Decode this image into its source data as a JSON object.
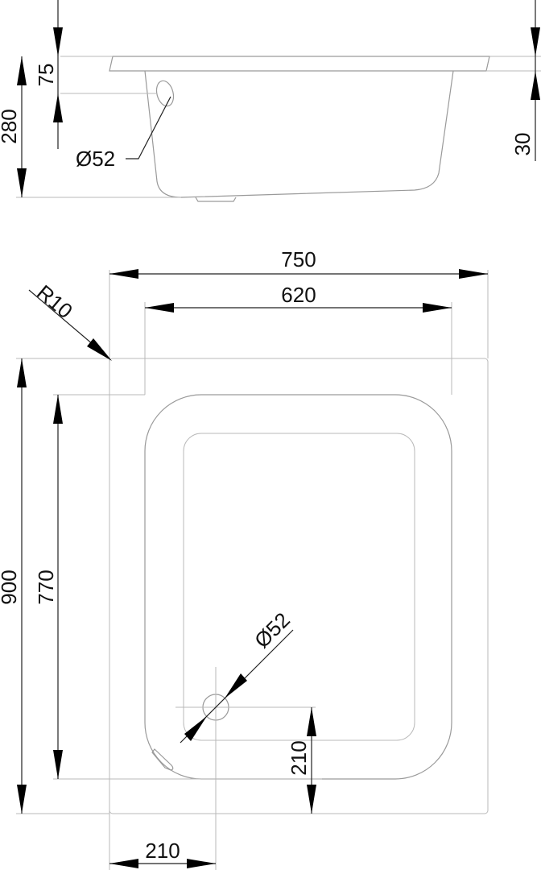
{
  "drawing": {
    "side_view": {
      "rim_height": "75",
      "total_height": "280",
      "drain_diameter": "Ø52",
      "step_height": "30"
    },
    "plan_view": {
      "outer_width": "750",
      "inner_width": "620",
      "corner_radius": "R10",
      "outer_length": "900",
      "inner_length": "770",
      "drain_diameter": "Ø52",
      "drain_offset_vertical": "210",
      "drain_offset_horizontal": "210"
    }
  }
}
